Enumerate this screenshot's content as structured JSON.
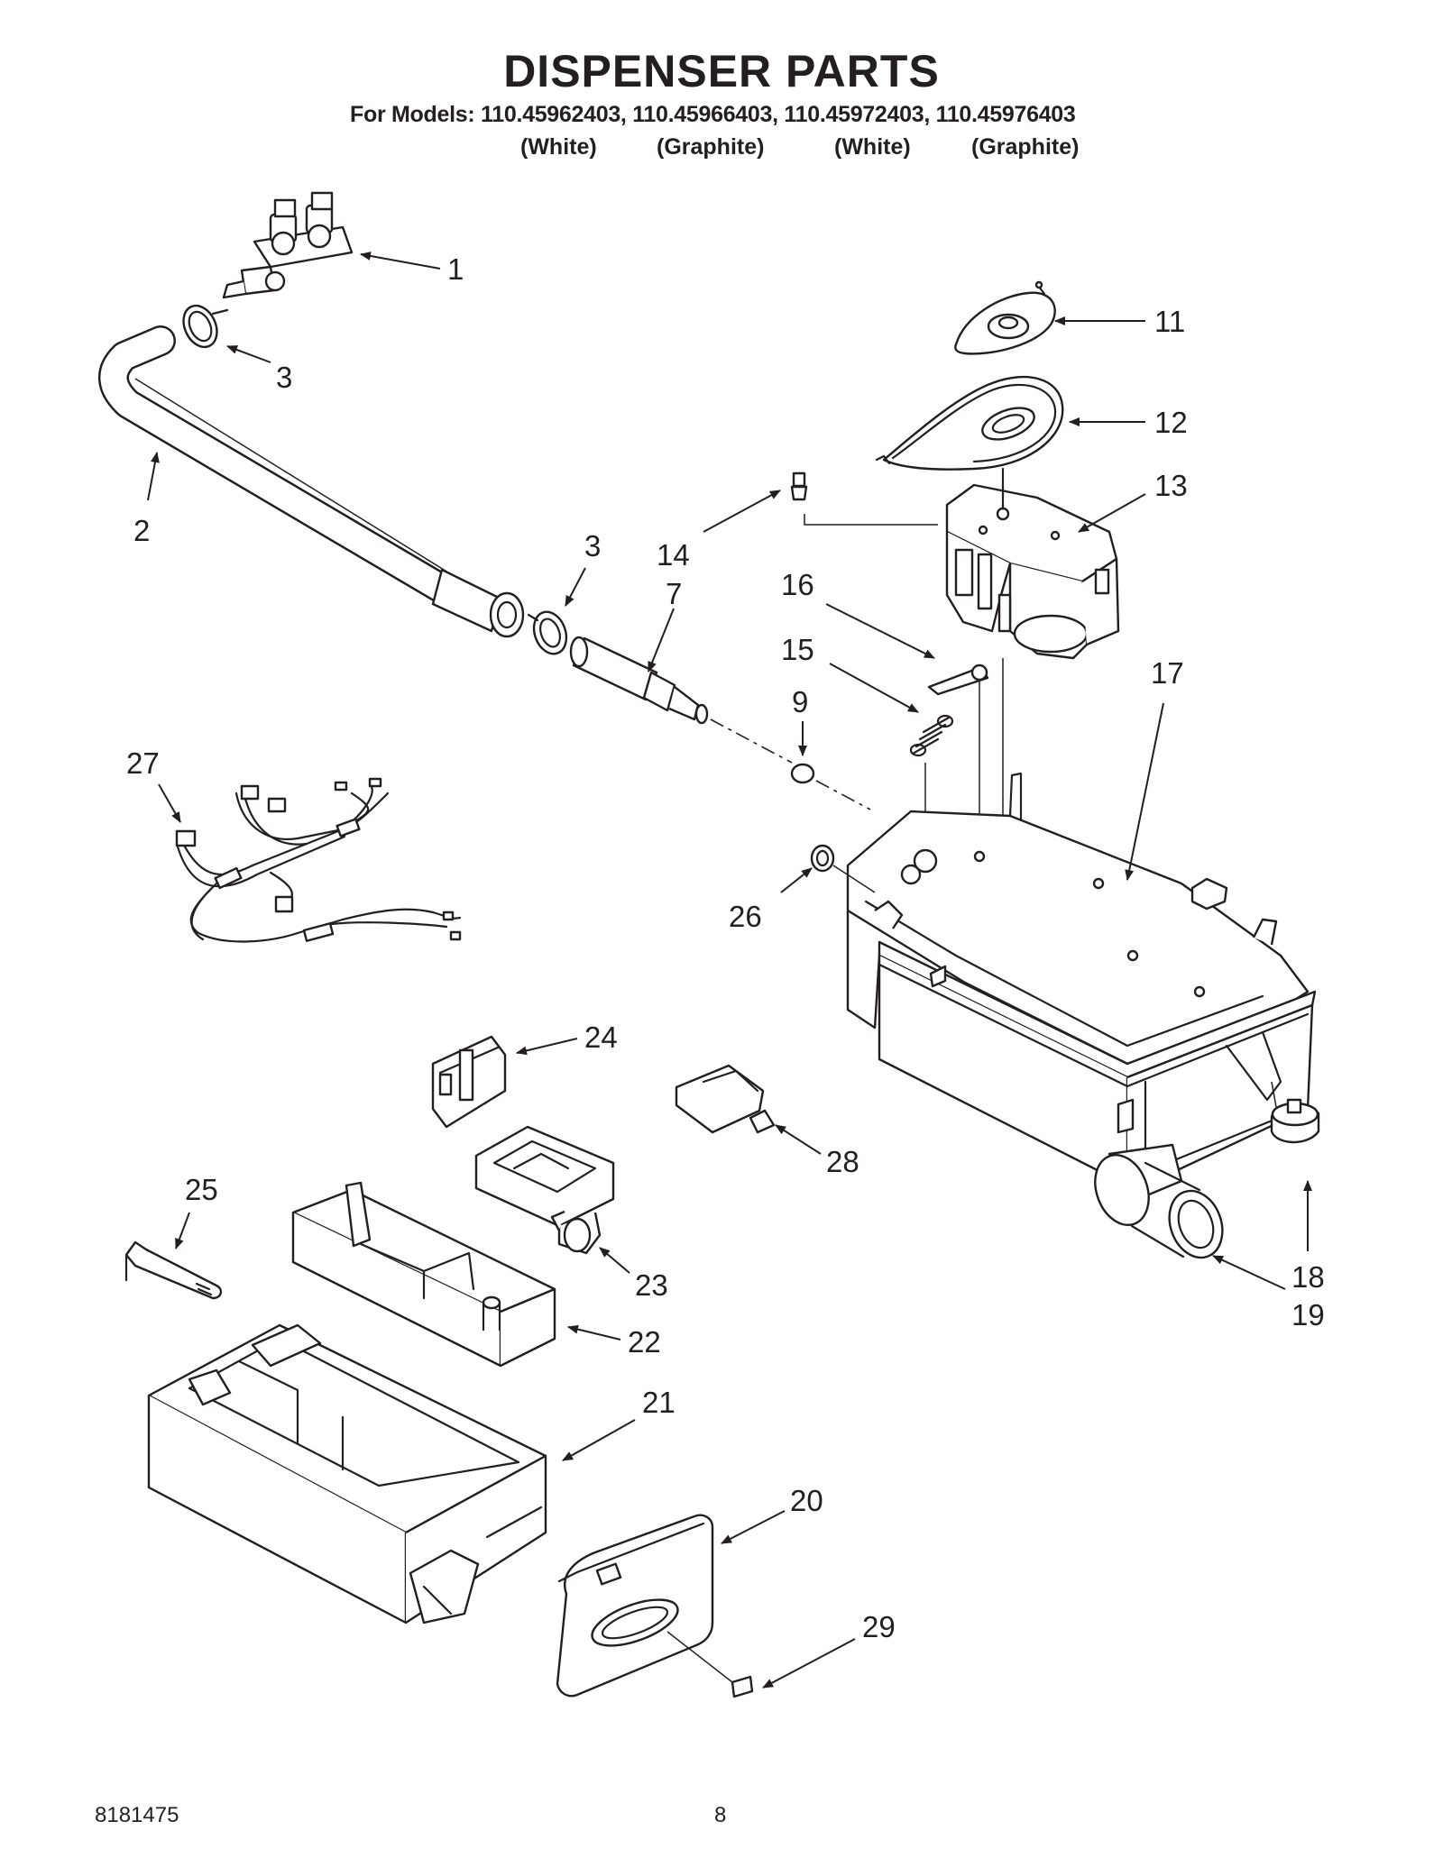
{
  "header": {
    "title": "DISPENSER PARTS",
    "models_line": "For Models: 110.45962403, 110.45966403, 110.45972403, 110.45976403",
    "colors": [
      "(White)",
      "(Graphite)",
      "(White)",
      "(Graphite)"
    ]
  },
  "callouts": [
    "1",
    "2",
    "3",
    "3",
    "7",
    "9",
    "11",
    "12",
    "13",
    "14",
    "15",
    "16",
    "17",
    "18",
    "19",
    "20",
    "21",
    "22",
    "23",
    "24",
    "25",
    "26",
    "27",
    "28",
    "29"
  ],
  "footer": {
    "doc_number": "8181475",
    "page_number": "8"
  }
}
